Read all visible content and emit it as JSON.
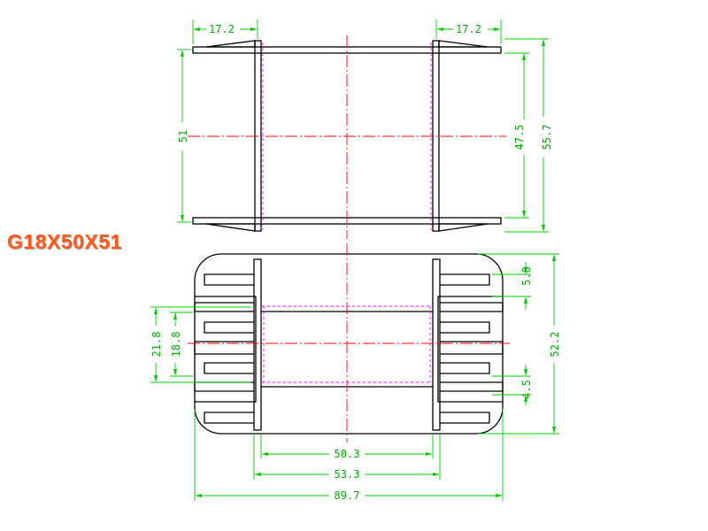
{
  "title": "G18X50X51",
  "colors": {
    "outline": "#000000",
    "dimension": "#00cc00",
    "centerline": "#ff0000",
    "hidden_line": "#ff00ff",
    "title": "#ff5a1a"
  },
  "dimensions": {
    "top_view": {
      "left_flange_width": "17.2",
      "right_flange_width": "17.2",
      "overall_height": "51",
      "inner_height": "47.5",
      "total_height": "55.7"
    },
    "bottom_view": {
      "slot_pitch": "5.8",
      "slot_width": "4.5",
      "window_outer": "21.8",
      "window_inner": "18.8",
      "overall_height": "52.2",
      "inner_length": "50.3",
      "outer_length": "53.3",
      "overall_length": "89.7"
    }
  }
}
